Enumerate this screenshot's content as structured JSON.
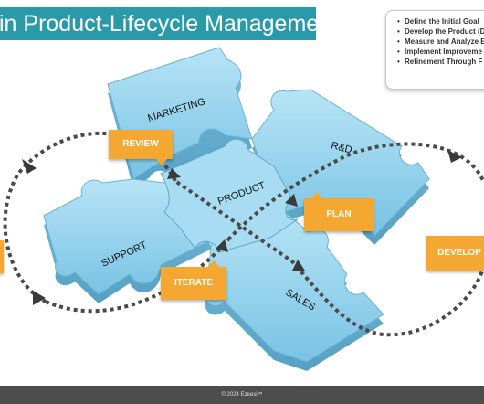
{
  "title": "in Product-Lifecycle Management",
  "steps": [
    "Define the Initial Goal",
    "Develop the Product (D",
    "Measure and Analyze E",
    "Implement Improveme",
    "Refinement Through F"
  ],
  "pieces": {
    "marketing": "MARKETING",
    "rd": "R&D",
    "product": "PRODUCT",
    "support": "SUPPORT",
    "sales": "SALES"
  },
  "tags": {
    "review": "REVIEW",
    "plan": "PLAN",
    "iterate": "ITERATE",
    "develop": "DEVELOP"
  },
  "footer": "© 2024 Ezeesi™",
  "colors": {
    "title_bar": "#2b9aa8",
    "puzzle": "#8fd2ee",
    "tag": "#f4a832",
    "path": "#4a4a4a",
    "footer": "#4d4d4d"
  }
}
